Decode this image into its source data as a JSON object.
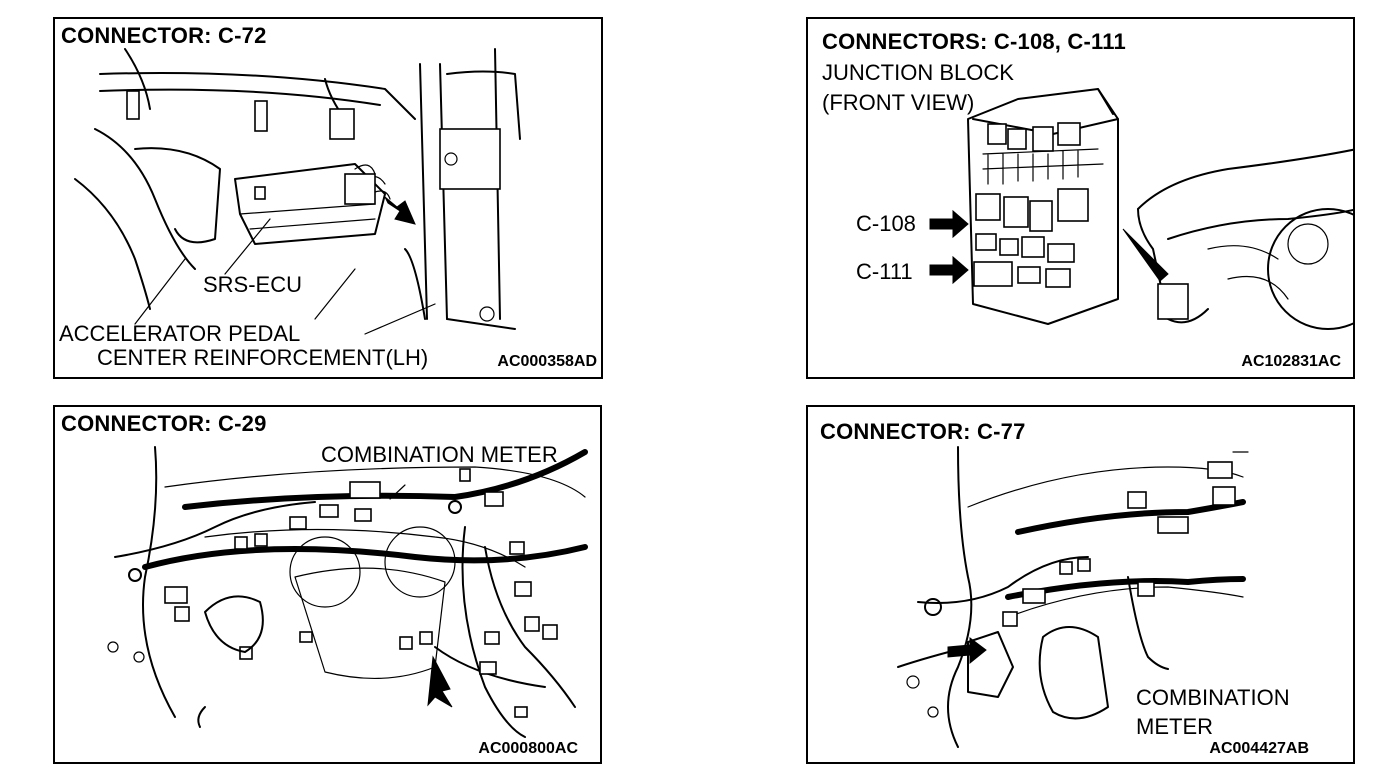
{
  "panels": {
    "c72": {
      "title": "CONNECTOR: C-72",
      "labels": {
        "srs_ecu": "SRS-ECU",
        "accelerator": "ACCELERATOR PEDAL",
        "reinforcement": "CENTER REINFORCEMENT(LH)"
      },
      "code": "AC000358AD"
    },
    "c108": {
      "title": "CONNECTORS: C-108, C-111",
      "labels": {
        "junction_line1": "JUNCTION BLOCK",
        "junction_line2": "(FRONT VIEW)"
      },
      "callouts": {
        "c108": "C-108",
        "c111": "C-111"
      },
      "code": "AC102831AC"
    },
    "c29": {
      "title": "CONNECTOR: C-29",
      "labels": {
        "combination_meter": "COMBINATION METER"
      },
      "code": "AC000800AC"
    },
    "c77": {
      "title": "CONNECTOR: C-77",
      "labels": {
        "combination_line1": "COMBINATION",
        "combination_line2": "METER"
      },
      "code": "AC004427AB"
    }
  }
}
